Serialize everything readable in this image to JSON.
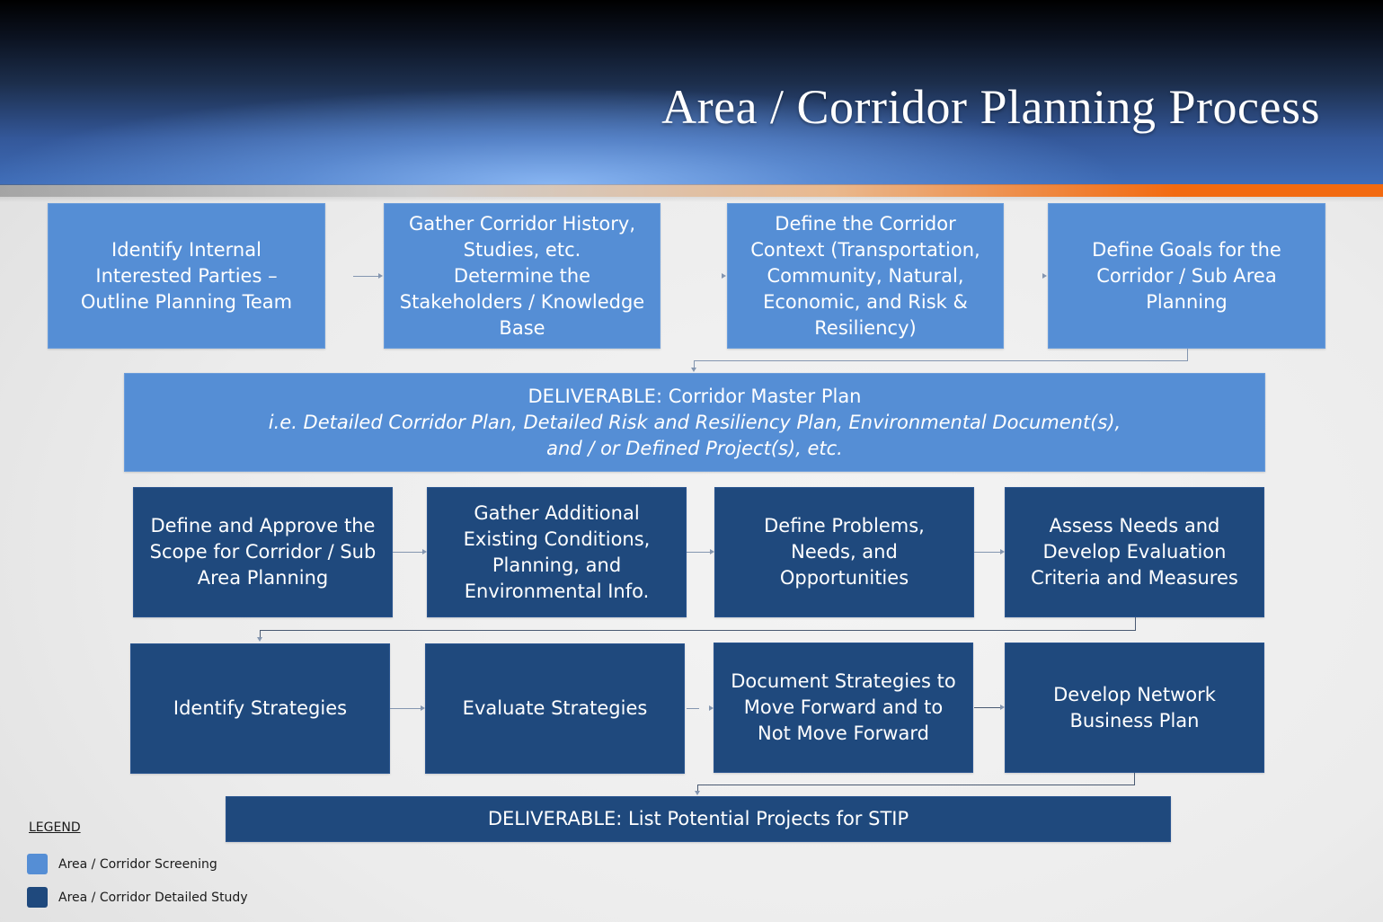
{
  "header": {
    "title": "Area / Corridor Planning Process"
  },
  "colors": {
    "screening": "#558ed5",
    "detailed_study": "#1f497d",
    "accent_orange": "#f26a10"
  },
  "row1": [
    {
      "text": "Identify Internal\nInterested Parties –\nOutline Planning Team",
      "type": "screening"
    },
    {
      "text": "Gather Corridor History,\nStudies, etc.\nDetermine the\nStakeholders / Knowledge\nBase",
      "type": "screening"
    },
    {
      "text": "Define the Corridor\nContext (Transportation,\nCommunity, Natural,\nEconomic, and Risk &\nResiliency)",
      "type": "screening"
    },
    {
      "text": "Define Goals for the\nCorridor / Sub Area\nPlanning",
      "type": "screening"
    }
  ],
  "deliverable1": {
    "heading": "DELIVERABLE:  Corridor Master Plan",
    "detail_line1": "i.e. Detailed Corridor Plan, Detailed Risk and Resiliency Plan, Environmental Document(s),",
    "detail_line2": "and / or Defined Project(s), etc."
  },
  "row2": [
    {
      "text": "Define and Approve the\nScope for Corridor / Sub\nArea Planning",
      "type": "detailed_study"
    },
    {
      "text": "Gather Additional\nExisting Conditions,\nPlanning, and\nEnvironmental Info.",
      "type": "detailed_study"
    },
    {
      "text": "Define Problems,\nNeeds, and\nOpportunities",
      "type": "detailed_study"
    },
    {
      "text": "Assess Needs and\nDevelop Evaluation\nCriteria and Measures",
      "type": "detailed_study"
    }
  ],
  "row3": [
    {
      "text": "Identify Strategies",
      "type": "detailed_study"
    },
    {
      "text": "Evaluate Strategies",
      "type": "detailed_study"
    },
    {
      "text": "Document Strategies to\nMove Forward and to\nNot Move Forward",
      "type": "detailed_study"
    },
    {
      "text": "Develop Network\nBusiness Plan",
      "type": "detailed_study"
    }
  ],
  "deliverable2": {
    "heading": "DELIVERABLE:  List Potential Projects for STIP"
  },
  "legend": {
    "title": "LEGEND",
    "items": [
      {
        "label": "Area / Corridor Screening",
        "color": "#558ed5"
      },
      {
        "label": "Area / Corridor Detailed Study",
        "color": "#1f497d"
      }
    ]
  }
}
